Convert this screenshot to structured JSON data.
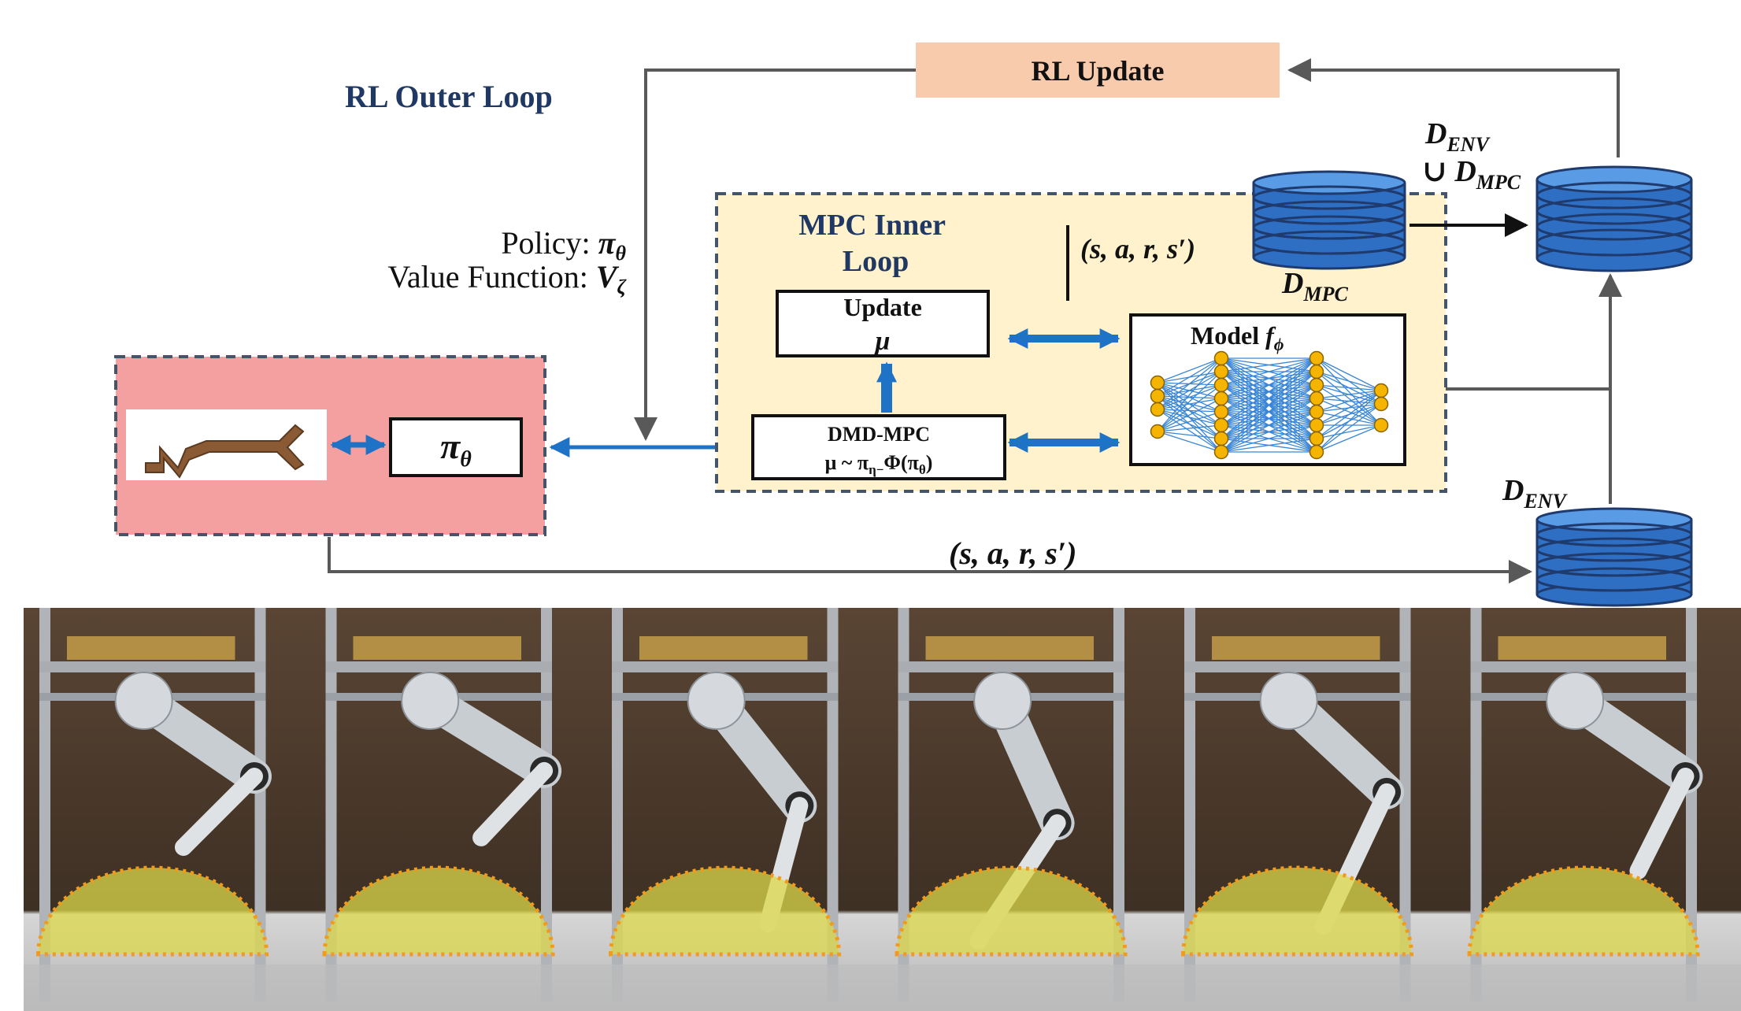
{
  "diagram": {
    "rl_outer_loop": "RL Outer Loop",
    "rl_update": "RL Update",
    "policy_prefix": "Policy: ",
    "policy_symbol": "π",
    "policy_sub": "θ",
    "value_prefix": "Value Function: ",
    "value_symbol": "V",
    "value_sub": "ζ",
    "mpc_inner_loop_line1": "MPC Inner",
    "mpc_inner_loop_line2": "Loop",
    "update_mu_line1": "Update",
    "update_mu_line2": "μ",
    "dmd_mpc_line1": "DMD-MPC",
    "dmd_mpc_line2": "μ ~ π",
    "dmd_mpc_sub": "η−",
    "dmd_mpc_tail": "Φ(π",
    "dmd_mpc_tail_sub": "θ",
    "dmd_mpc_close": ")",
    "model_prefix": "Model ",
    "model_symbol": "f",
    "model_sub": "ϕ",
    "policy_box_symbol": "π",
    "policy_box_sub": "θ",
    "transition_inner": "(s, a, r, s′)",
    "transition_outer": "(s, a, r, s′)",
    "d_mpc_symbol": "D",
    "d_mpc_sub": "MPC",
    "d_env_symbol": "D",
    "d_env_sub": "ENV",
    "d_union_line1_symbol": "D",
    "d_union_line1_sub": "ENV",
    "d_union_line2": "∪ D",
    "d_union_line2_sub": "MPC"
  },
  "colors": {
    "rl_update_fill": "#f8cbad",
    "mpc_loop_fill": "#fff2cc",
    "robot_box_fill": "#f4a0a0",
    "dashed_border": "#44546a",
    "arrow_blue": "#1f73c7",
    "arrow_gray": "#595959",
    "db_fill": "#4f8fdc",
    "db_stroke": "#1f3b6e",
    "node_fill": "#f5b400",
    "nn_edge": "#3a86d6",
    "zone_fill": "#dcd84a",
    "zone_border": "#f29a1c",
    "photo_wall": "#4a3a2c",
    "photo_floor": "#c8c8c8"
  },
  "photo_strip": {
    "frames": 6
  }
}
